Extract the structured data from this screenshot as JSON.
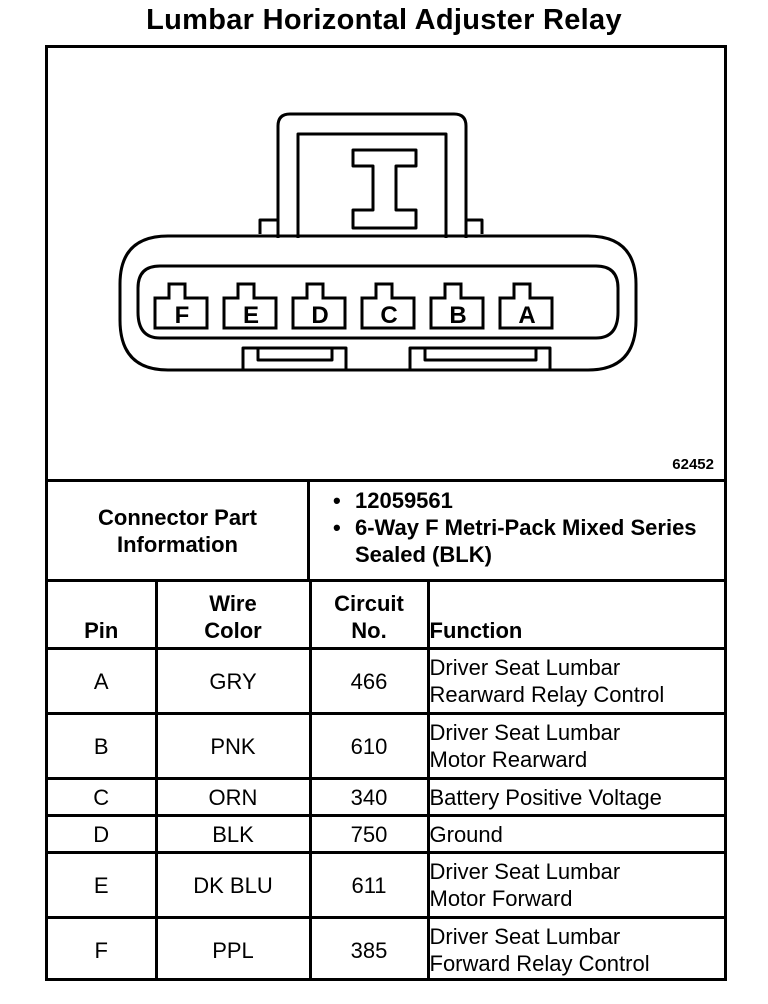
{
  "title": "Lumbar Horizontal Adjuster Relay",
  "figure_number": "62452",
  "connector": {
    "pins": [
      "F",
      "E",
      "D",
      "C",
      "B",
      "A"
    ]
  },
  "part_info": {
    "label_line1": "Connector Part",
    "label_line2": "Information",
    "items": [
      "12059561",
      "6-Way F Metri-Pack Mixed Series Sealed (BLK)"
    ]
  },
  "table": {
    "headers": {
      "pin": "Pin",
      "wire_color": "Wire\nColor",
      "circuit": "Circuit\nNo.",
      "function": "Function"
    },
    "rows": [
      {
        "pin": "A",
        "color": "GRY",
        "circuit": "466",
        "function": "Driver Seat Lumbar\nRearward Relay Control"
      },
      {
        "pin": "B",
        "color": "PNK",
        "circuit": "610",
        "function": "Driver Seat Lumbar\nMotor Rearward"
      },
      {
        "pin": "C",
        "color": "ORN",
        "circuit": "340",
        "function": "Battery Positive Voltage"
      },
      {
        "pin": "D",
        "color": "BLK",
        "circuit": "750",
        "function": "Ground"
      },
      {
        "pin": "E",
        "color": "DK BLU",
        "circuit": "611",
        "function": "Driver Seat Lumbar\nMotor Forward"
      },
      {
        "pin": "F",
        "color": "PPL",
        "circuit": "385",
        "function": "Driver Seat Lumbar\nForward Relay Control"
      }
    ]
  }
}
